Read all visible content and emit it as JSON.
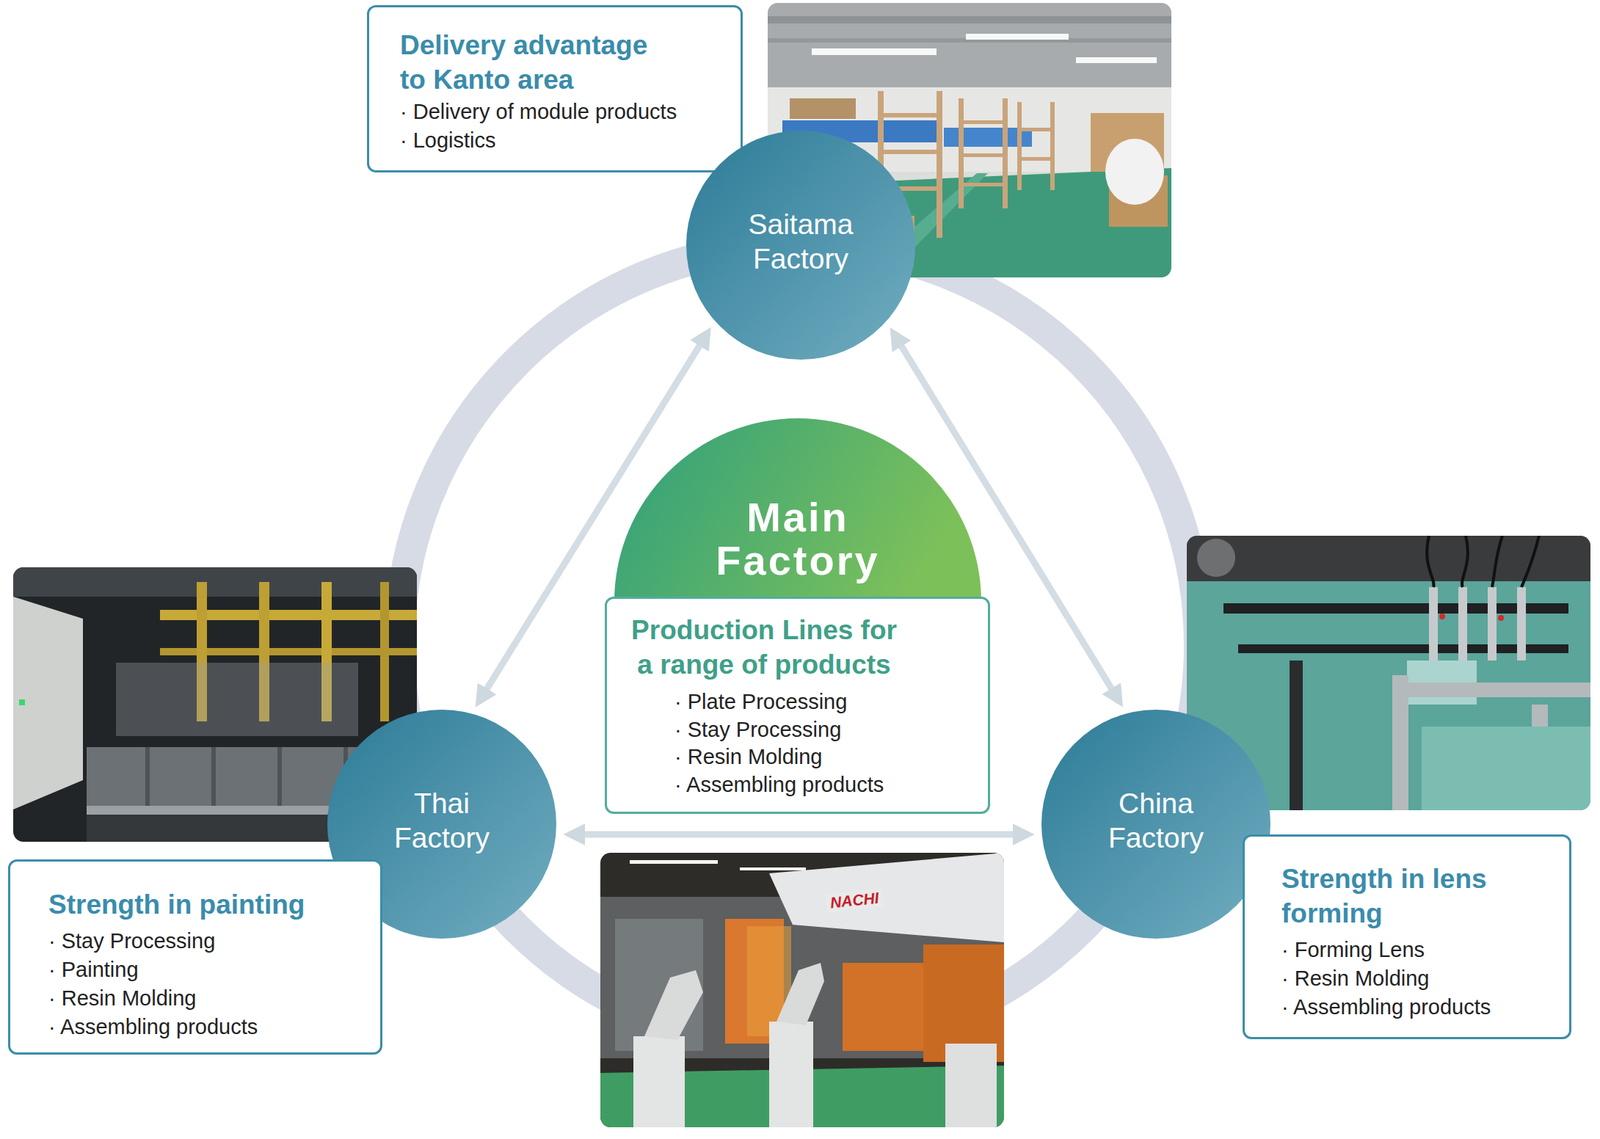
{
  "diagram": {
    "nodes": [
      {
        "text": [
          "Delivery advantage to Kanto area",
          "· Delivery of module products",
          "· Logistics"
        ]
      },
      {
        "text": [
          "Saitama Factory"
        ]
      },
      {
        "text": [
          "Main Factory"
        ]
      },
      {
        "text": [
          "Production Lines for a range of products",
          "· Plate Processing",
          "· Stay Processing",
          "· Resin Molding",
          "· Assembling products"
        ]
      },
      {
        "text": [
          "Thai Factory"
        ]
      },
      {
        "text": [
          "China Factory"
        ]
      },
      {
        "text": [
          "Strength in painting",
          "· Stay Processing",
          "· Painting",
          "· Resin Molding",
          "· Assembling products"
        ]
      },
      {
        "text": [
          "Strength in lens forming",
          "· Forming Lens",
          "· Resin Molding",
          "· Assembling products"
        ]
      }
    ],
    "edges": [
      {
        "from": 1,
        "to": 4,
        "arrow": "both"
      },
      {
        "from": 1,
        "to": 5,
        "arrow": "both"
      },
      {
        "from": 4,
        "to": 5,
        "arrow": "both"
      }
    ],
    "labels": [
      "NACHI"
    ]
  }
}
